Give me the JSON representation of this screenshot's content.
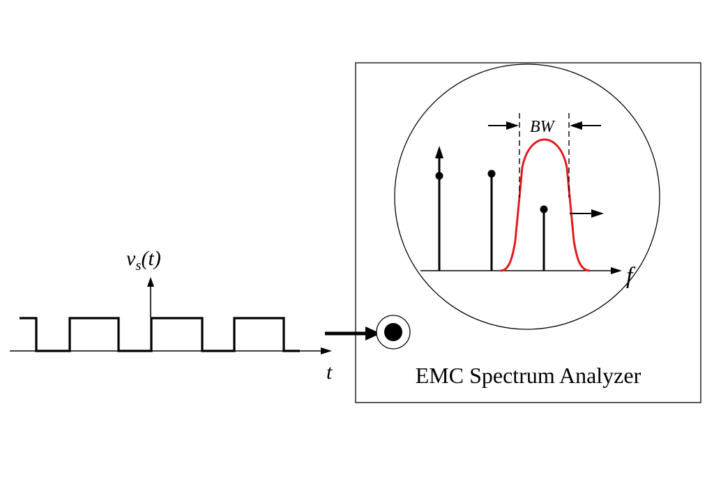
{
  "signal": {
    "label_main": "v",
    "label_sub": "s",
    "label_arg": "(t)",
    "time_axis_label": "t"
  },
  "analyzer": {
    "title": "EMC Spectrum Analyzer",
    "bandwidth_label": "BW",
    "freq_axis_label": "f",
    "filter_color": "#e41a1c",
    "line_color": "#000000"
  }
}
